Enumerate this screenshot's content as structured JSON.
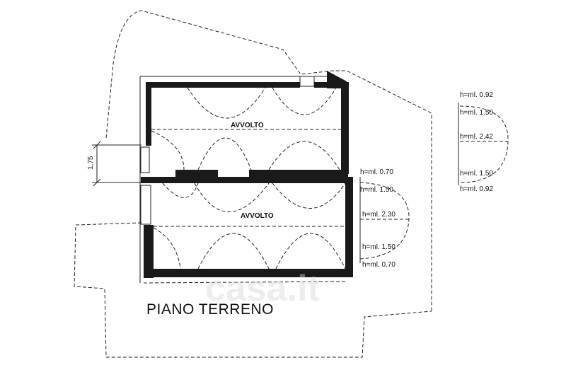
{
  "plan": {
    "title": "PIANO TERRENO",
    "room_upper_label": "AVVOLTO",
    "room_lower_label": "AVVOLTO",
    "dimension_label": "1,75",
    "watermark": "casa.it",
    "right_heights": [
      "h=ml. 0.92",
      "h=ml. 1.50",
      "h=ml. 2.42",
      "h=ml. 1.50",
      "h=ml. 0.92"
    ],
    "middle_heights": [
      "h=ml. 0.70",
      "h=ml. 1.50",
      "h=ml. 2.30",
      "h=ml. 1.50",
      "h=ml. 0.70"
    ]
  }
}
